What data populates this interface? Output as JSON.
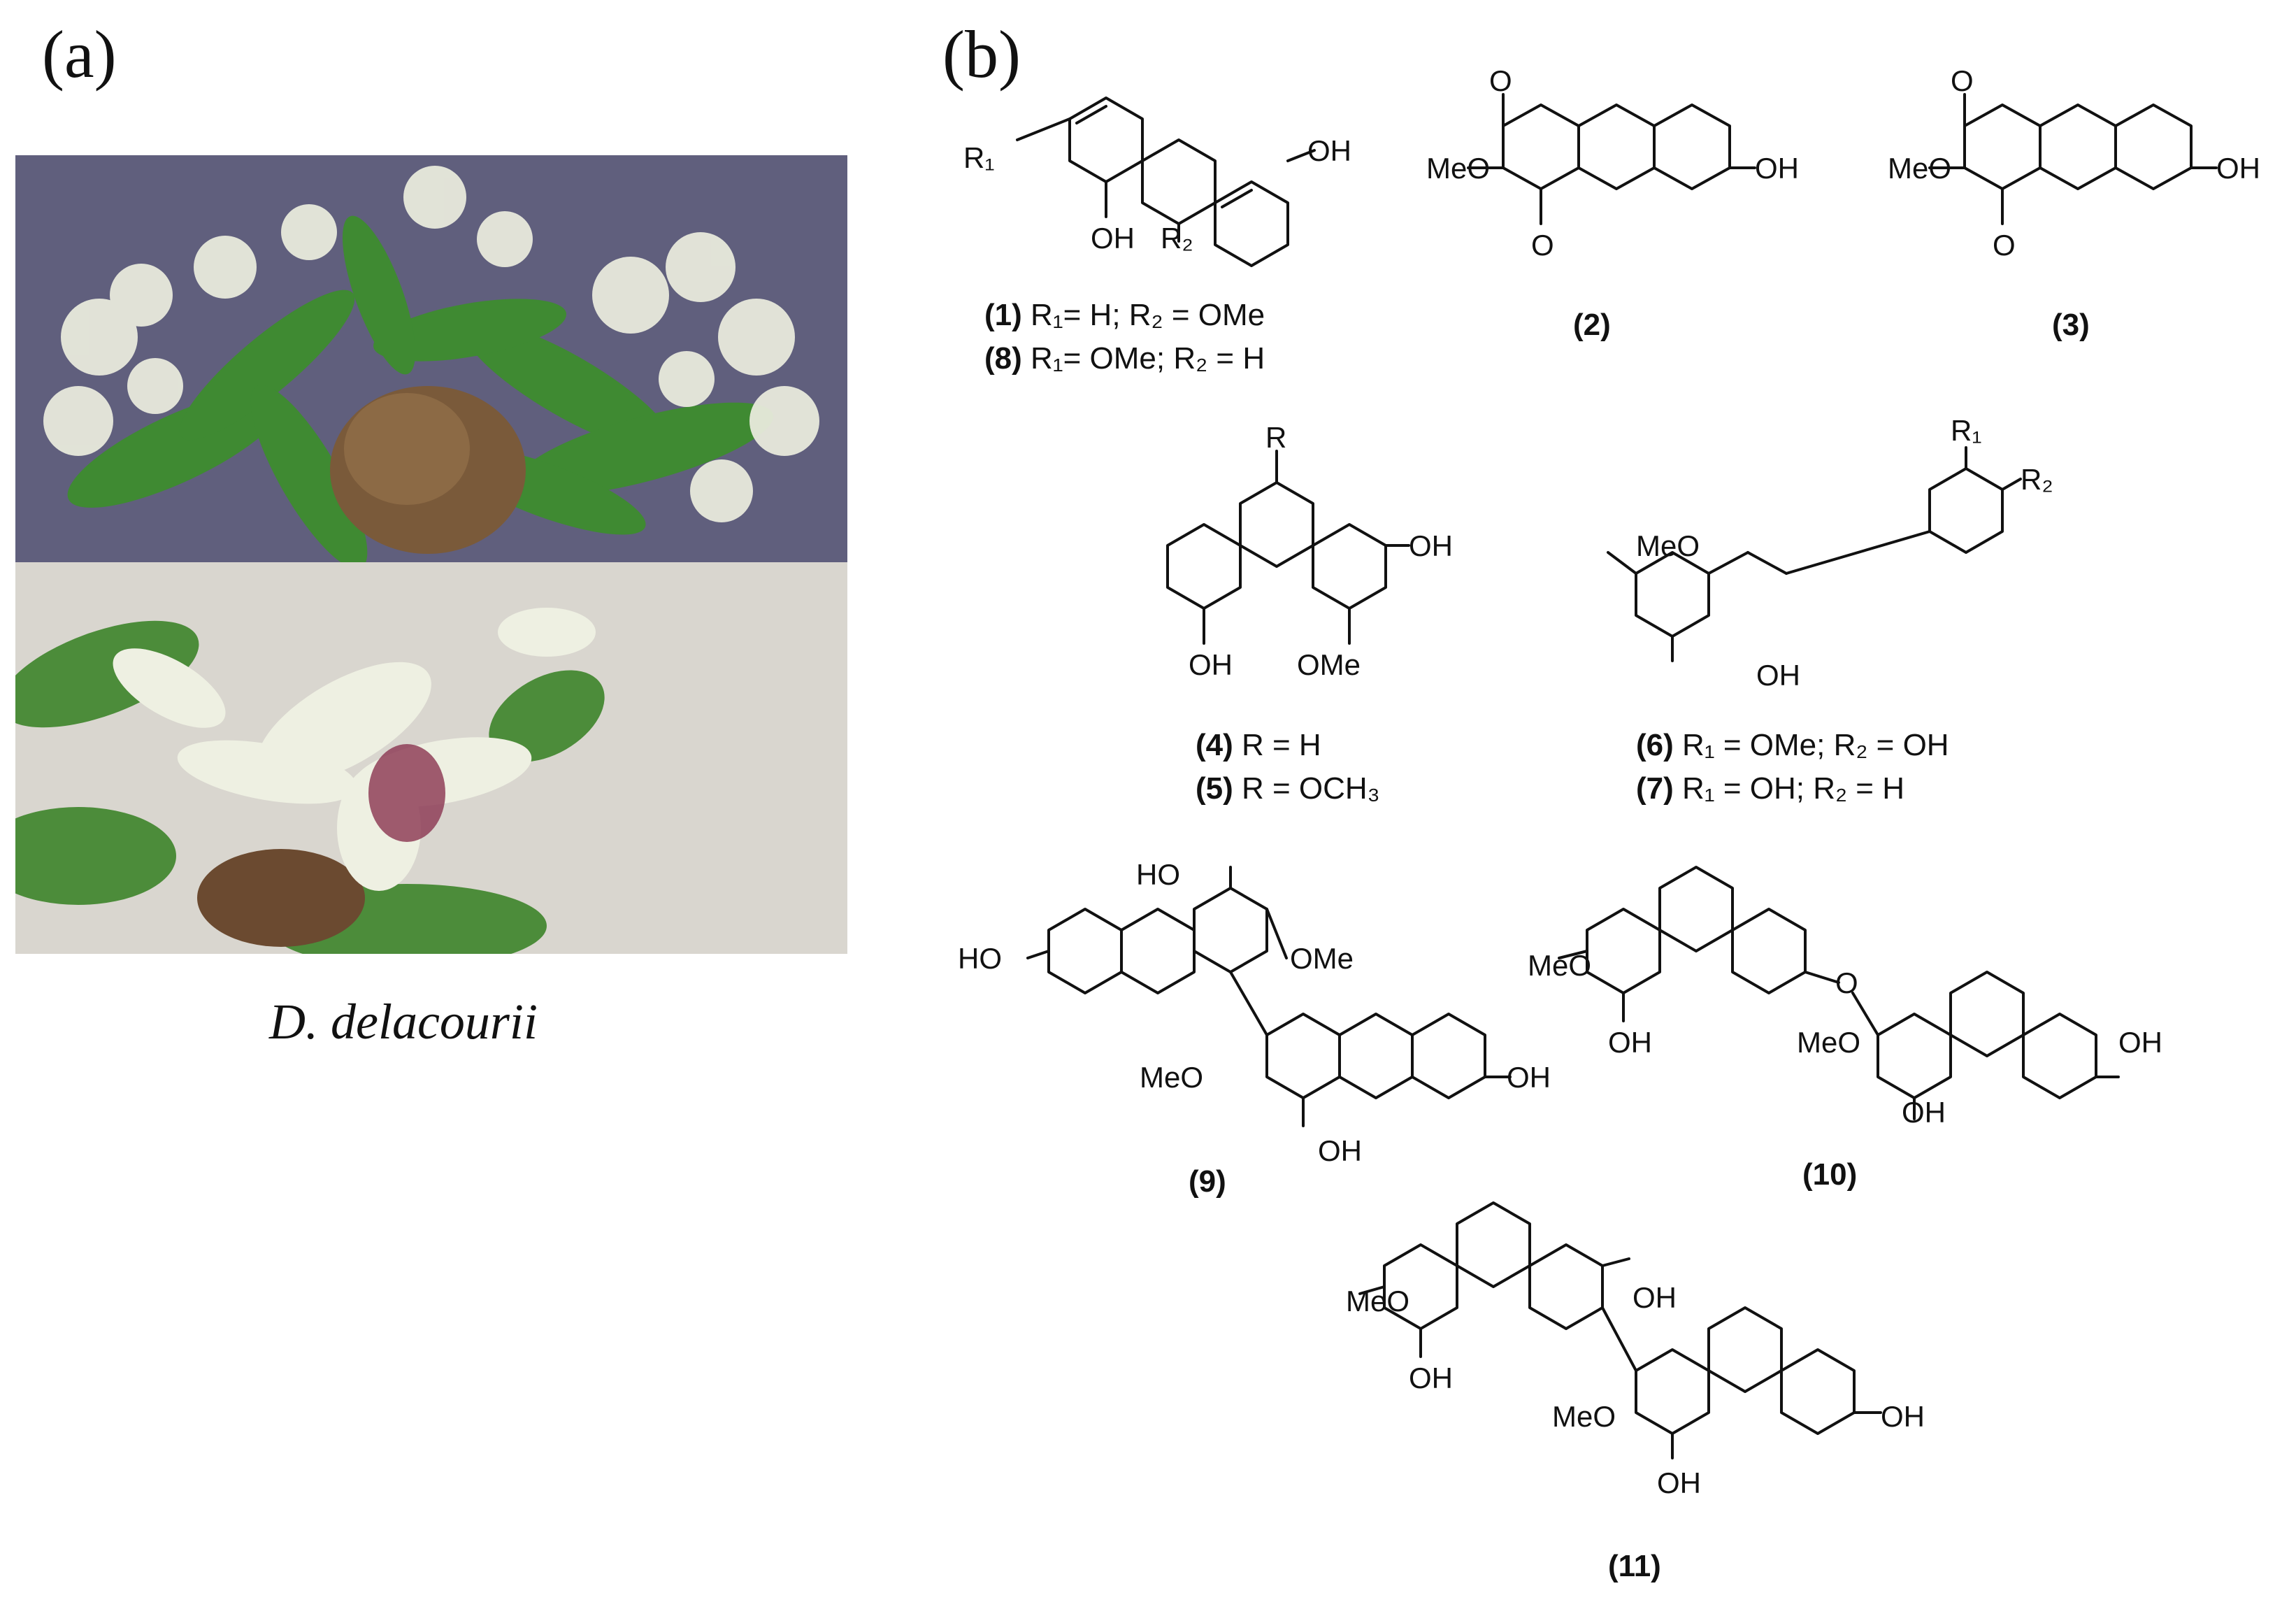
{
  "panel_a": {
    "label": "(a)",
    "species": "D. delacourii"
  },
  "panel_b": {
    "label": "(b)"
  },
  "compounds": {
    "c1": {
      "num": "(1)",
      "text": "R₁= H;  R₂ = OMe"
    },
    "c8": {
      "num": "(8)",
      "text": "R₁= OMe; R₂ = H"
    },
    "c2": {
      "num": "(2)"
    },
    "c3": {
      "num": "(3)"
    },
    "c4": {
      "num": "(4)",
      "text": "R = H"
    },
    "c5": {
      "num": "(5)",
      "text": "R = OCH₃"
    },
    "c6": {
      "num": "(6)",
      "text": "R₁ = OMe; R₂ = OH"
    },
    "c7": {
      "num": "(7)",
      "text": "R₁ = OH; R₂ = H"
    },
    "c9": {
      "num": "(9)"
    },
    "c10": {
      "num": "(10)"
    },
    "c11": {
      "num": "(11)"
    }
  },
  "atoms": {
    "oh": "OH",
    "meo": "MeO",
    "ome": "OMe",
    "ho": "HO",
    "o": "O",
    "r": "R",
    "r1": "R₁",
    "r2": "R₂"
  },
  "colors": {
    "photo_top_bg": "#5b5a78",
    "photo_bottom_bg": "#d9d6cf",
    "leaf": "#3f8a32",
    "flower": "#e8eadc"
  }
}
